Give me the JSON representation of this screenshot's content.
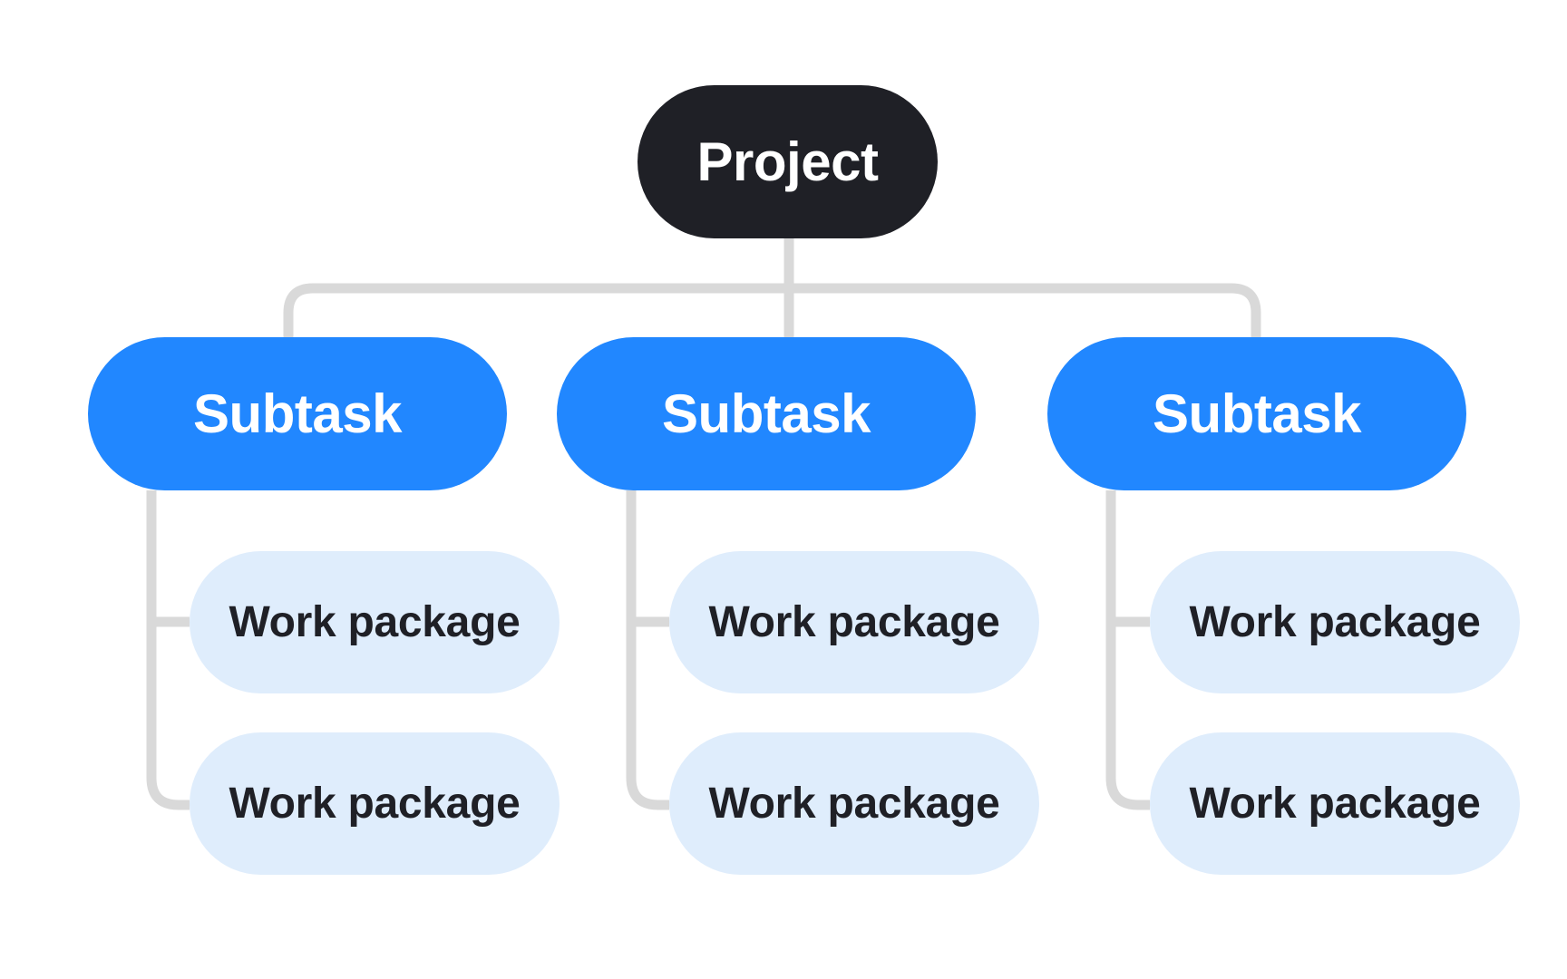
{
  "diagram": {
    "root": {
      "label": "Project"
    },
    "subtasks": [
      {
        "label": "Subtask",
        "work_packages": [
          {
            "label": "Work package"
          },
          {
            "label": "Work package"
          }
        ]
      },
      {
        "label": "Subtask",
        "work_packages": [
          {
            "label": "Work package"
          },
          {
            "label": "Work package"
          }
        ]
      },
      {
        "label": "Subtask",
        "work_packages": [
          {
            "label": "Work package"
          },
          {
            "label": "Work package"
          }
        ]
      }
    ]
  },
  "colors": {
    "root_fill": "#1f2026",
    "subtask_fill": "#2187ff",
    "work_package_fill": "#dfedfc",
    "connector": "#d9d9d9",
    "background": "#ffffff"
  }
}
